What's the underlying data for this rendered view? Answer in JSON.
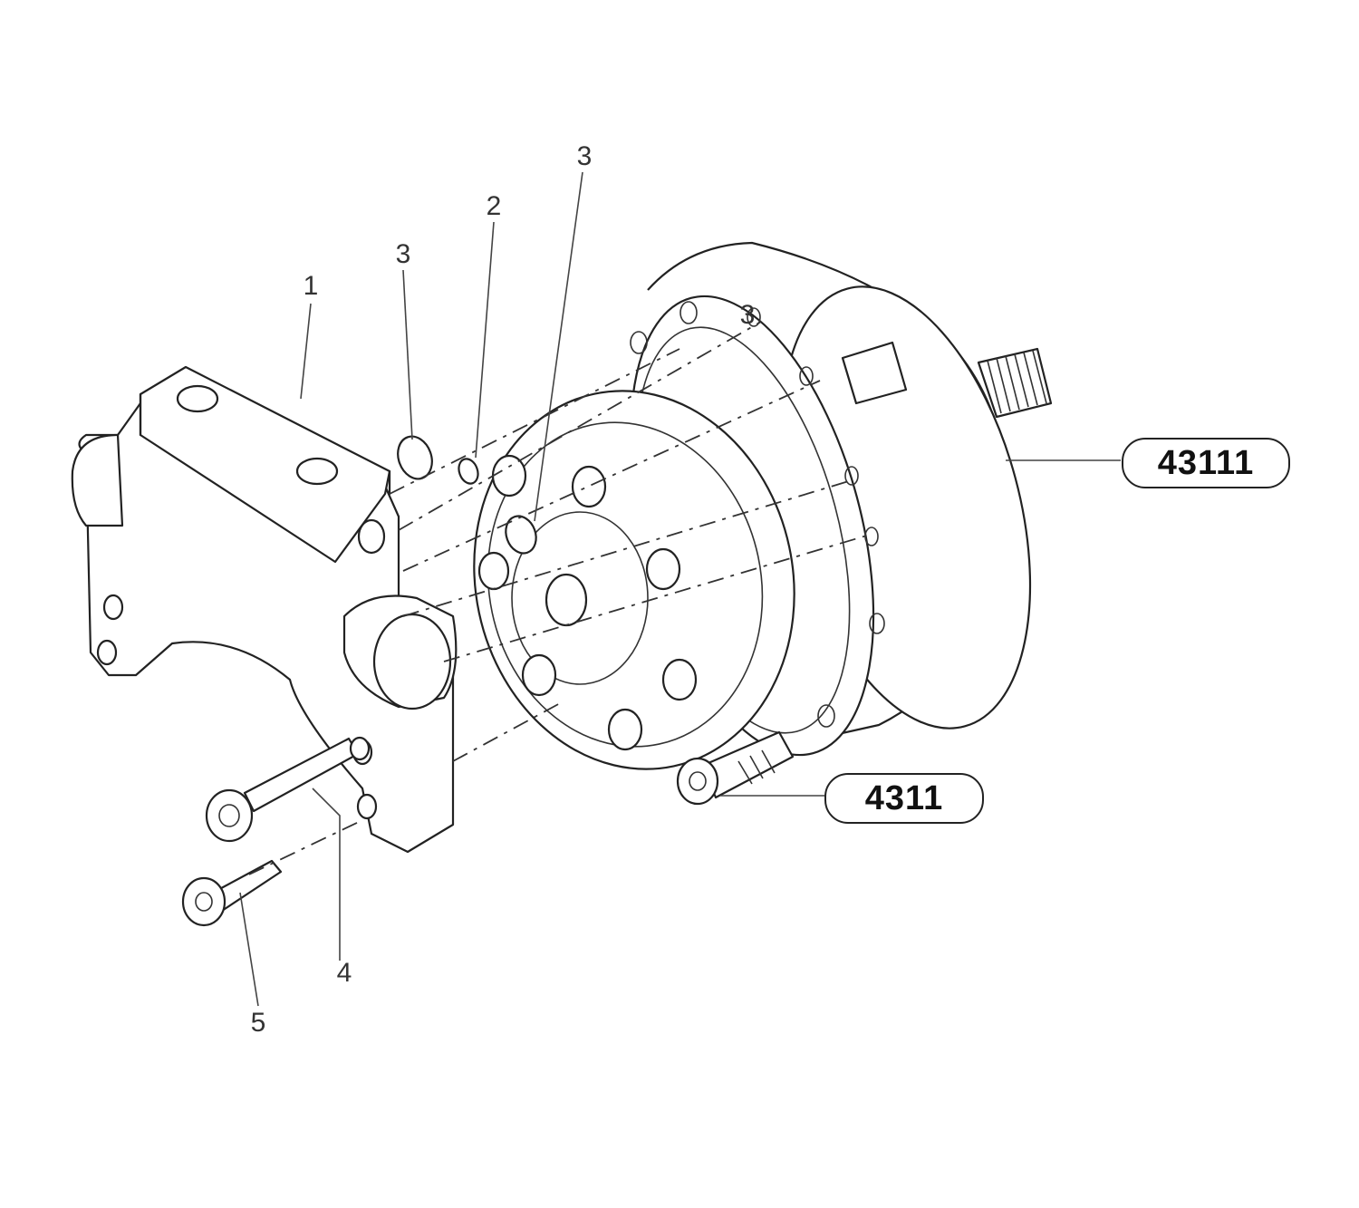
{
  "diagram": {
    "callouts": {
      "part_1": "1",
      "part_2": "2",
      "part_3a": "3",
      "part_3b": "3",
      "part_3c": "3",
      "part_4": "4",
      "part_5": "5"
    },
    "references": {
      "ref_motor": "43111",
      "ref_screw": "4311"
    }
  }
}
